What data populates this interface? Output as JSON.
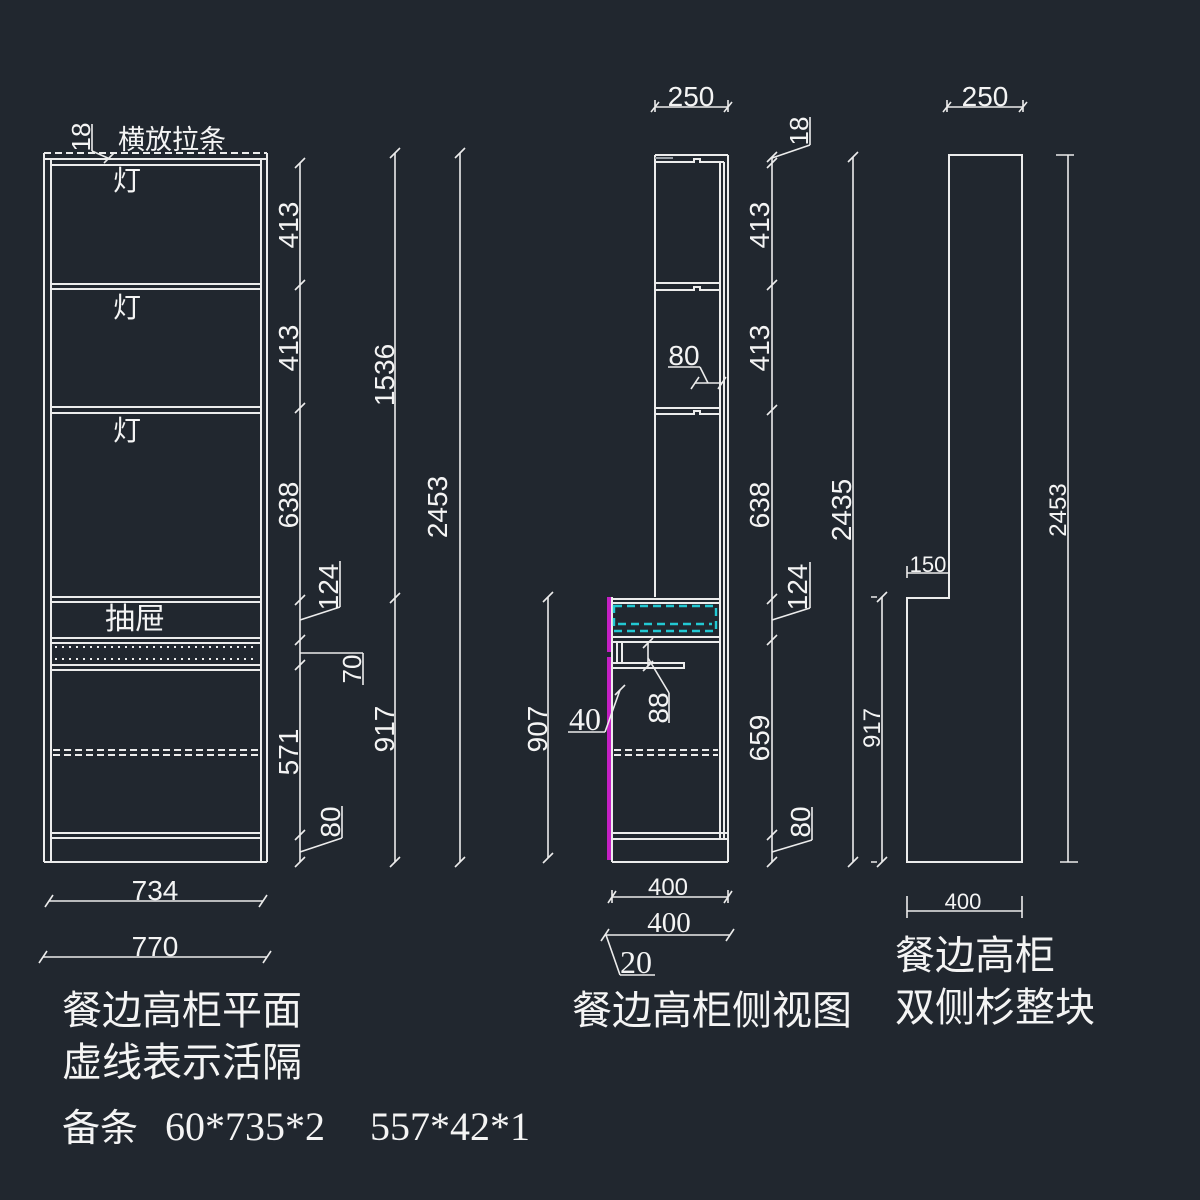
{
  "colors": {
    "background": "#21272f",
    "line": "#ececec",
    "text": "#f4f4f4",
    "door_edge": "#c41fc4",
    "drawer_box": "#22c8d2"
  },
  "plan_view": {
    "title": "餐边高柜平面",
    "note": "虚线表示活隔",
    "top_strip_label": "横放拉条",
    "light_labels": [
      "灯",
      "灯",
      "灯"
    ],
    "drawer_label": "抽屉",
    "dimensions": {
      "top_strip": "18",
      "compartment_1": "413",
      "compartment_2": "413",
      "compartment_3": "638",
      "drawer": "124",
      "rail": "70",
      "lower_compartment": "571",
      "plinth": "80",
      "upper_total": "1536",
      "lower_total": "917",
      "overall_height": "2453",
      "inner_width": "734",
      "outer_width": "770"
    }
  },
  "side_view": {
    "title": "餐边高柜侧视图",
    "dimensions": {
      "upper_depth": "250",
      "top_board": "18",
      "compartment_1": "413",
      "compartment_2": "413",
      "back_strip": "80",
      "compartment_3": "638",
      "drawer": "124",
      "rail": "88",
      "door_gap": "40",
      "lower_compartment": "659",
      "plinth": "80",
      "lower_total": "907",
      "overall_height": "2435",
      "carcass_depth": "400",
      "overall_depth": "400",
      "door_offset": "20"
    }
  },
  "side_panel_view": {
    "title": "餐边高柜",
    "subtitle": "双侧杉整块",
    "dimensions": {
      "upper_width": "250",
      "step": "150",
      "lower_height": "917",
      "overall_height": "2453",
      "bottom_width": "400"
    }
  },
  "materials_note": {
    "label": "备条",
    "items": [
      "60*735*2",
      "557*42*1"
    ]
  }
}
